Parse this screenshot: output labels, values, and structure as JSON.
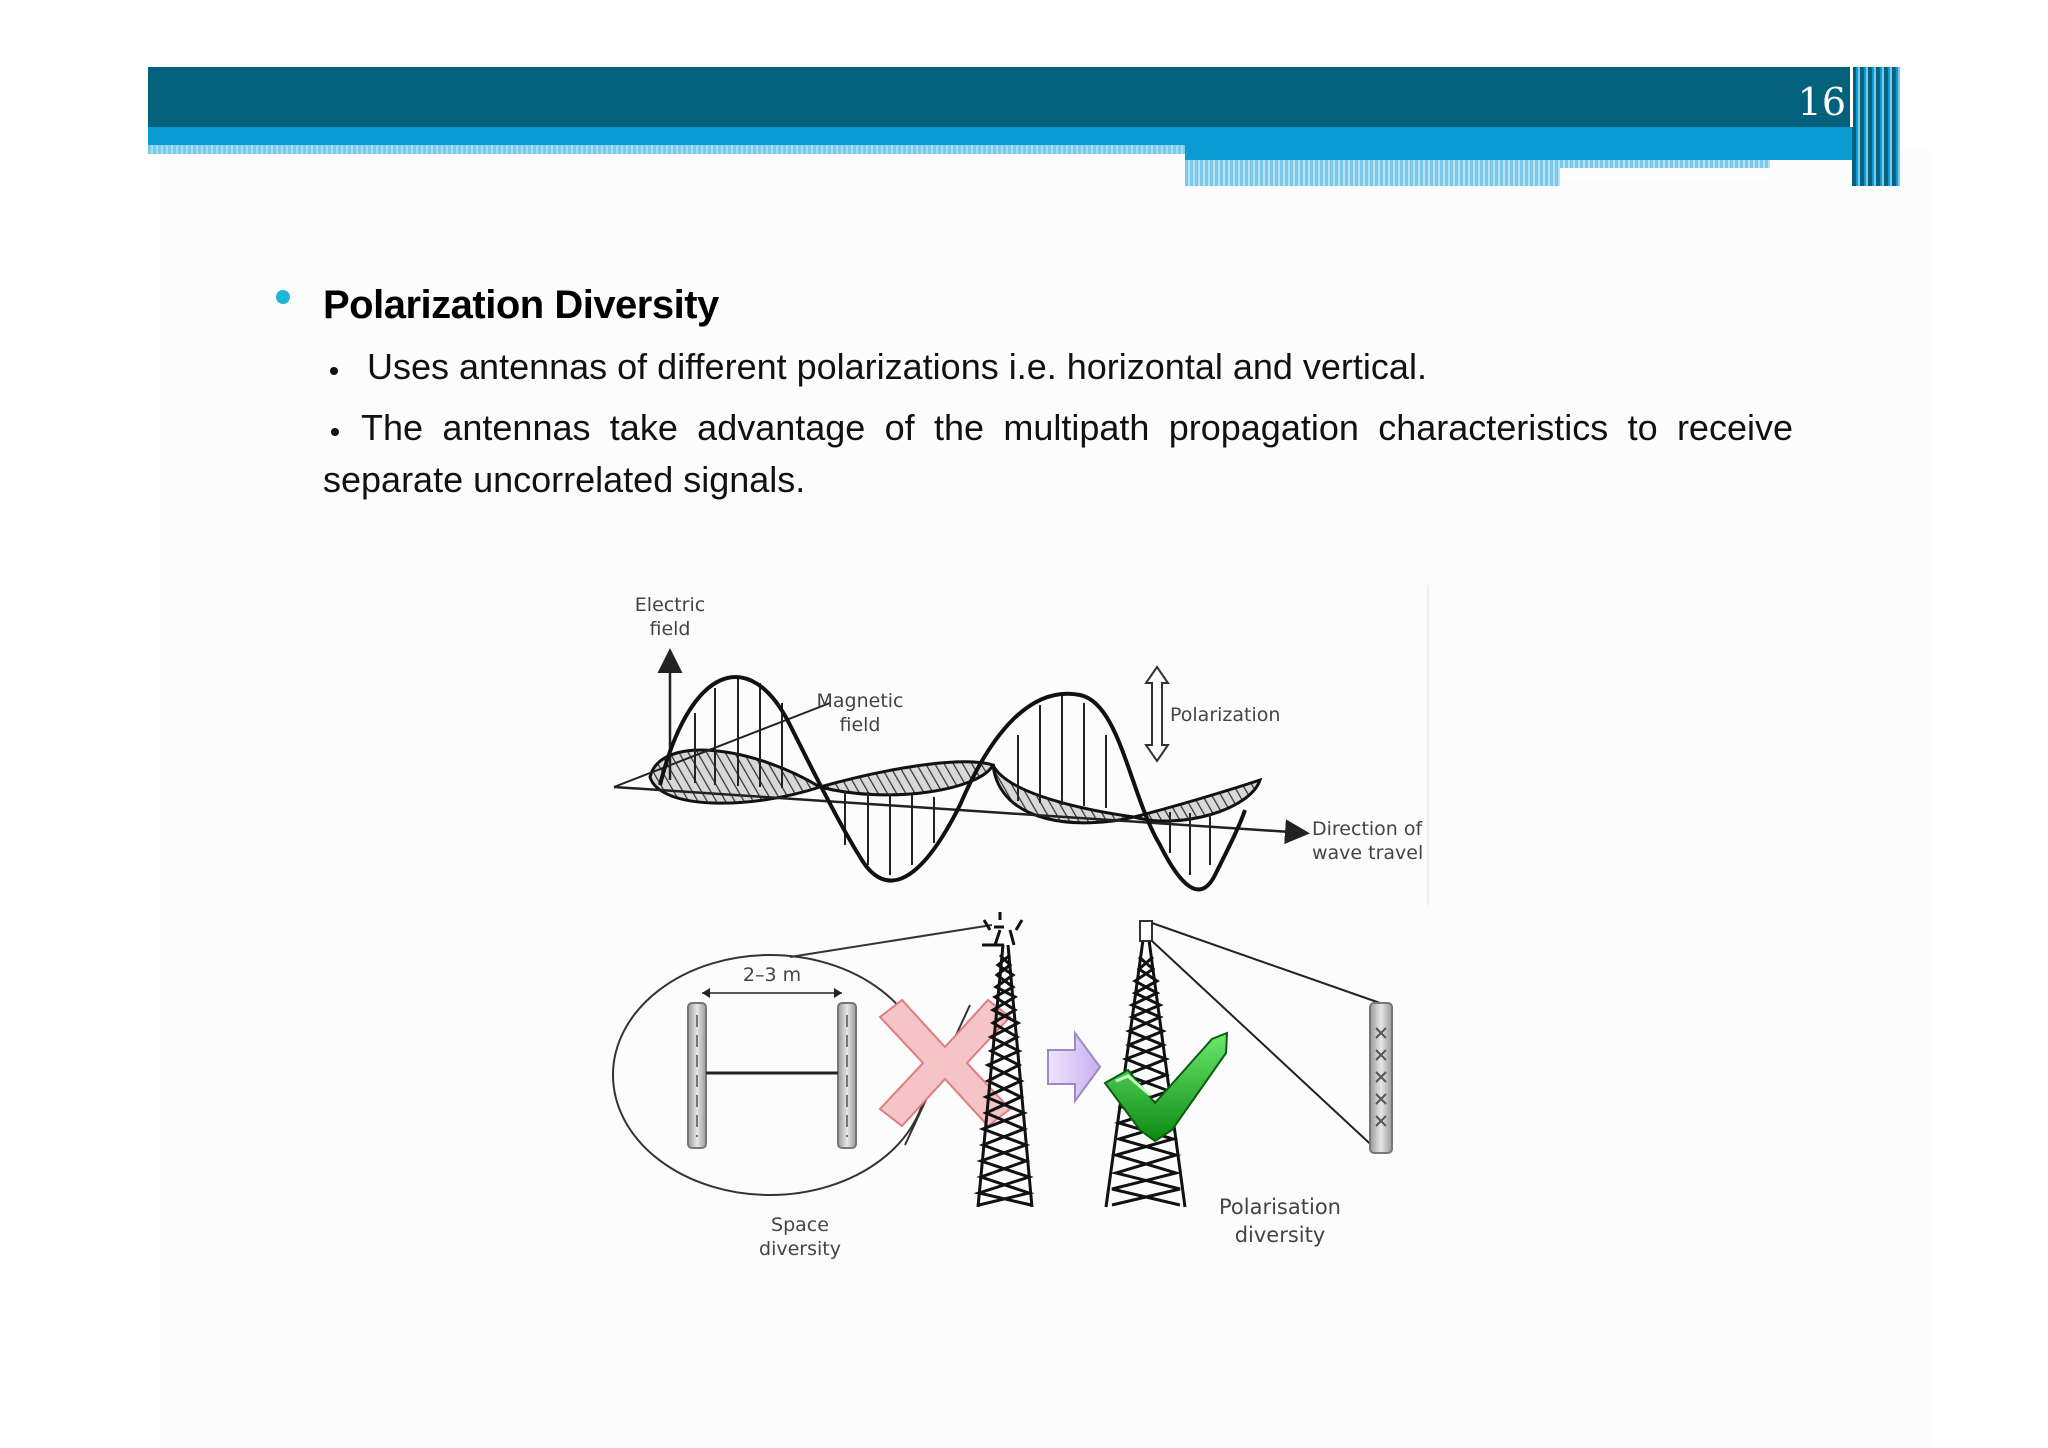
{
  "slide": {
    "page_number": "16",
    "heading": "Polarization Diversity",
    "points": [
      "Uses antennas of different polarizations i.e. horizontal and vertical.",
      "The antennas take advantage of the multipath propagation characteristics to receive separate uncorrelated signals."
    ],
    "colors": {
      "header_dark": "#04617c",
      "header_blue": "#0a9bd3",
      "bullet": "#1fb6d6"
    }
  },
  "figure": {
    "labels": {
      "electric_field": "Electric\nfield",
      "magnetic_field": "Magnetic\nfield",
      "polarization": "Polarization",
      "direction": "Direction of\nwave travel",
      "spacing": "2–3 m",
      "space_diversity": "Space\ndiversity",
      "polarisation_diversity": "Polarisation\ndiversity"
    },
    "icons": [
      "cross-icon",
      "arrow-right-icon",
      "check-icon"
    ]
  }
}
